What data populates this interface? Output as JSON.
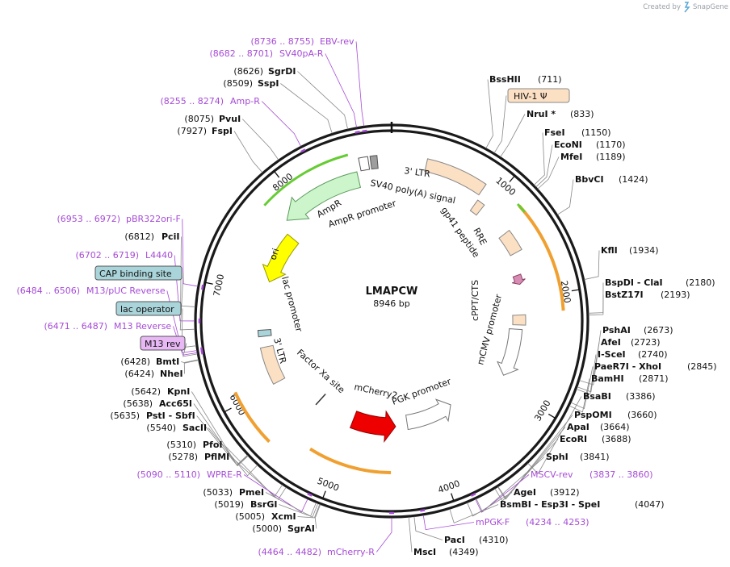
{
  "header": {
    "credit_prefix": "Created by",
    "credit_brand": "SnapGene"
  },
  "plasmid": {
    "name": "LMAPCW",
    "size_label": "8946 bp",
    "length": 8946
  },
  "colors": {
    "backbone": "#1a1a1a",
    "primer": "#a64bd6",
    "ltr": "#fbe0c4",
    "amp": "#ccf5cc",
    "ori": "#ffff00",
    "mcherry": "#ee0000",
    "promoter": "#ffffff",
    "peptide": "#d98cb3",
    "cap": "#a9d4da",
    "m13": "#e8b8f5",
    "orange": "#f0a030",
    "green": "#66cc33"
  },
  "position_ticks": [
    "1000",
    "2000",
    "3000",
    "4000",
    "5000",
    "6000",
    "7000",
    "8000"
  ],
  "features": [
    {
      "label": "3' LTR",
      "pos": 810,
      "kind": "box"
    },
    {
      "label": "SV40 poly(A) signal",
      "pos": 710,
      "kind": "arc"
    },
    {
      "label": "AmpR promoter",
      "pos": 8450,
      "kind": "arc"
    },
    {
      "label": "AmpR",
      "pos": 8380,
      "kind": "arrow"
    },
    {
      "label": "ori",
      "pos": 7550,
      "kind": "arrow"
    },
    {
      "label": "lac promoter",
      "pos": 6830,
      "kind": "arc"
    },
    {
      "label": "3' LTR",
      "pos": 6260,
      "kind": "box"
    },
    {
      "label": "Factor Xa site",
      "pos": 5890,
      "kind": "arc"
    },
    {
      "label": "mCherry2",
      "pos": 5350,
      "kind": "arc"
    },
    {
      "label": "PGK promoter",
      "pos": 4520,
      "kind": "arc"
    },
    {
      "label": "RRE",
      "pos": 1380,
      "kind": "box"
    },
    {
      "label": "gp41 peptide",
      "pos": 1580,
      "kind": "arc"
    },
    {
      "label": "cPPT/CTS",
      "pos": 2420,
      "kind": "box"
    },
    {
      "label": "mCMV promoter",
      "pos": 2720,
      "kind": "arc"
    }
  ],
  "right_sites": [
    {
      "name": "BssHII",
      "pos_label": "(711)",
      "pos": 711
    },
    {
      "name": "HIV-1 Ψ",
      "pos_label": "",
      "pos": 780,
      "boxed": true
    },
    {
      "name": "NruI *",
      "pos_label": "(833)",
      "pos": 833
    },
    {
      "name": "FseI",
      "pos_label": "(1150)",
      "pos": 1150
    },
    {
      "name": "EcoNI",
      "pos_label": "(1170)",
      "pos": 1170
    },
    {
      "name": "MfeI",
      "pos_label": "(1189)",
      "pos": 1189
    },
    {
      "name": "BbvCI",
      "pos_label": "(1424)",
      "pos": 1424
    },
    {
      "name": "KflI",
      "pos_label": "(1934)",
      "pos": 1934
    },
    {
      "name": "BspDI - ClaI",
      "pos_label": "(2180)",
      "pos": 2180
    },
    {
      "name": "BstZ17I",
      "pos_label": "(2193)",
      "pos": 2193
    },
    {
      "name": "PshAI",
      "pos_label": "(2673)",
      "pos": 2673
    },
    {
      "name": "AfeI",
      "pos_label": "(2723)",
      "pos": 2723
    },
    {
      "name": "I-SceI",
      "pos_label": "(2740)",
      "pos": 2740
    },
    {
      "name": "PaeR7I - XhoI",
      "pos_label": "(2845)",
      "pos": 2845
    },
    {
      "name": "BamHI",
      "pos_label": "(2871)",
      "pos": 2871
    },
    {
      "name": "BsaBI",
      "pos_label": "(3386)",
      "pos": 3386
    },
    {
      "name": "PspOMI",
      "pos_label": "(3660)",
      "pos": 3660
    },
    {
      "name": "ApaI",
      "pos_label": "(3664)",
      "pos": 3664
    },
    {
      "name": "EcoRI",
      "pos_label": "(3688)",
      "pos": 3688
    },
    {
      "name": "SphI",
      "pos_label": "(3841)",
      "pos": 3841
    },
    {
      "name": "MSCV-rev",
      "pos_label": "(3837 .. 3860)",
      "pos": 3848,
      "primer": true
    },
    {
      "name": "AgeI",
      "pos_label": "(3912)",
      "pos": 3912
    },
    {
      "name": "BsmBI - Esp3I - SpeI",
      "pos_label": "(4047)",
      "pos": 4047
    },
    {
      "name": "mPGK-F",
      "pos_label": "(4234 .. 4253)",
      "pos": 4243,
      "primer": true
    },
    {
      "name": "PacI",
      "pos_label": "(4310)",
      "pos": 4310
    },
    {
      "name": "MscI",
      "pos_label": "(4349)",
      "pos": 4349
    }
  ],
  "left_sites": [
    {
      "name": "EBV-rev",
      "pos_label": "(8736 .. 8755)",
      "pos": 8745,
      "primer": true
    },
    {
      "name": "SV40pA-R",
      "pos_label": "(8682 .. 8701)",
      "pos": 8691,
      "primer": true
    },
    {
      "name": "SgrDI",
      "pos_label": "(8626)",
      "pos": 8626
    },
    {
      "name": "SspI",
      "pos_label": "(8509)",
      "pos": 8509
    },
    {
      "name": "Amp-R",
      "pos_label": "(8255 .. 8274)",
      "pos": 8264,
      "primer": true
    },
    {
      "name": "PvuI",
      "pos_label": "(8075)",
      "pos": 8075
    },
    {
      "name": "FspI",
      "pos_label": "(7927)",
      "pos": 7927
    },
    {
      "name": "pBR322ori-F",
      "pos_label": "(6953 .. 6972)",
      "pos": 6962,
      "primer": true
    },
    {
      "name": "PciI",
      "pos_label": "(6812)",
      "pos": 6812
    },
    {
      "name": "L4440",
      "pos_label": "(6702 .. 6719)",
      "pos": 6710,
      "primer": true
    },
    {
      "name": "CAP binding site",
      "pos_label": "",
      "pos": 6650,
      "boxed": "cap"
    },
    {
      "name": "M13/pUC Reverse",
      "pos_label": "(6484 .. 6506)",
      "pos": 6495,
      "primer": true
    },
    {
      "name": "lac operator",
      "pos_label": "",
      "pos": 6530,
      "boxed": "cap"
    },
    {
      "name": "M13 Reverse",
      "pos_label": "(6471 .. 6487)",
      "pos": 6479,
      "primer": true
    },
    {
      "name": "M13 rev",
      "pos_label": "",
      "pos": 6470,
      "boxed": "m13"
    },
    {
      "name": "BmtI",
      "pos_label": "(6428)",
      "pos": 6428
    },
    {
      "name": "NheI",
      "pos_label": "(6424)",
      "pos": 6424
    },
    {
      "name": "KpnI",
      "pos_label": "(5642)",
      "pos": 5642
    },
    {
      "name": "Acc65I",
      "pos_label": "(5638)",
      "pos": 5638
    },
    {
      "name": "PstI - SbfI",
      "pos_label": "(5635)",
      "pos": 5635
    },
    {
      "name": "SacII",
      "pos_label": "(5540)",
      "pos": 5540
    },
    {
      "name": "PfoI",
      "pos_label": "(5310)",
      "pos": 5310
    },
    {
      "name": "PflMI",
      "pos_label": "(5278)",
      "pos": 5278
    },
    {
      "name": "WPRE-R",
      "pos_label": "(5090 .. 5110)",
      "pos": 5100,
      "primer": true
    },
    {
      "name": "PmeI",
      "pos_label": "(5033)",
      "pos": 5033
    },
    {
      "name": "BsrGI",
      "pos_label": "(5019)",
      "pos": 5019
    },
    {
      "name": "XcmI",
      "pos_label": "(5005)",
      "pos": 5005
    },
    {
      "name": "SgrAI",
      "pos_label": "(5000)",
      "pos": 5000
    },
    {
      "name": "mCherry-R",
      "pos_label": "(4464 .. 4482)",
      "pos": 4473,
      "primer": true
    }
  ]
}
